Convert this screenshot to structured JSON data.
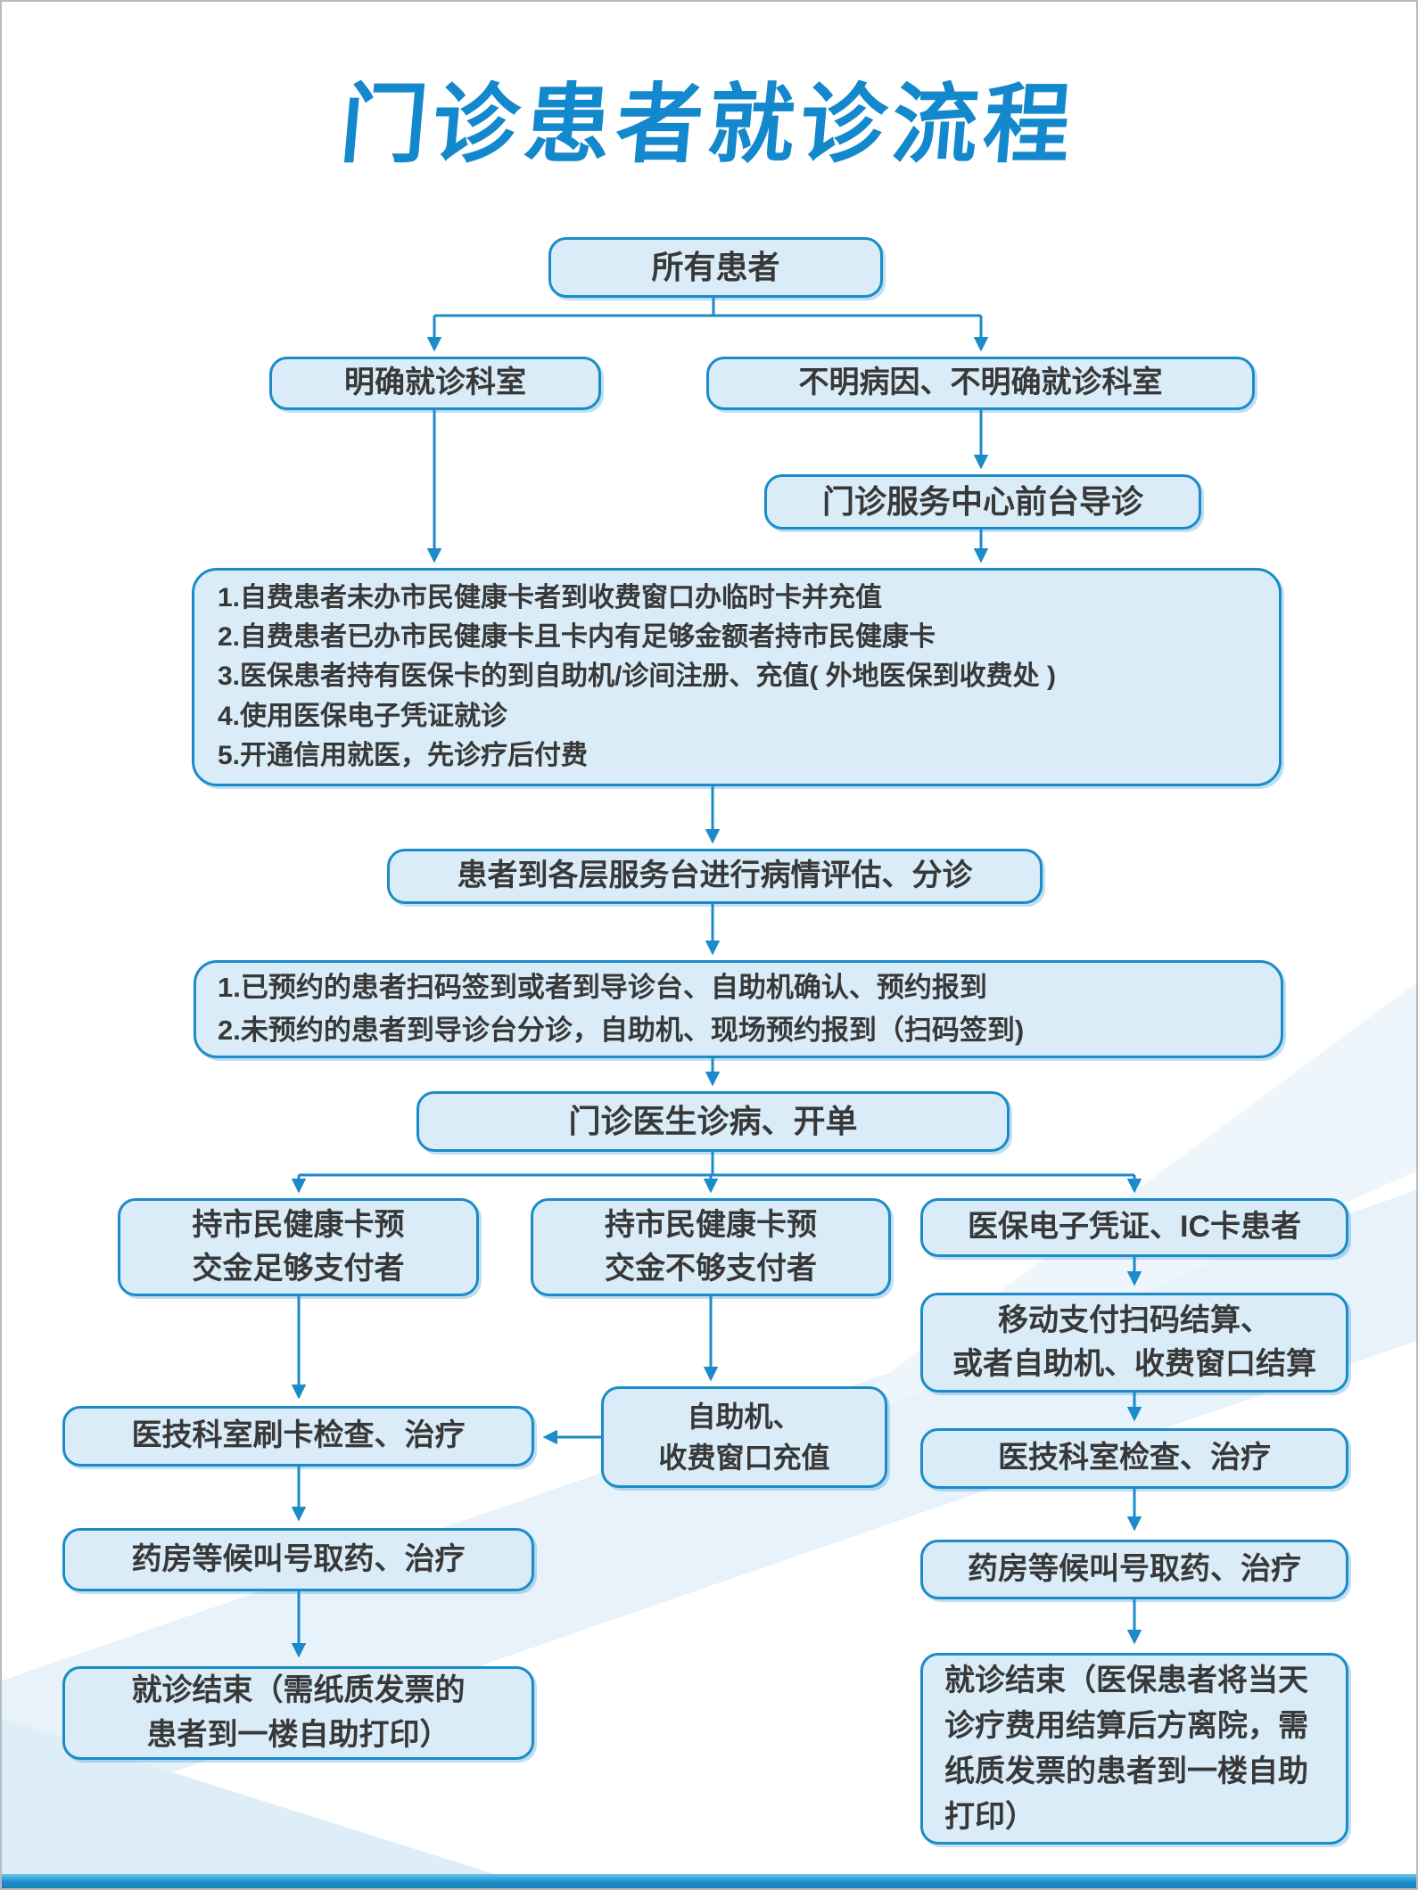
{
  "title": "门诊患者就诊流程",
  "colors": {
    "title_text": "#1488cc",
    "box_border": "#1b8bc9",
    "box_fill": "#d9ecf8",
    "box_text": "#383838",
    "arrow": "#1b8bc9",
    "footer_bar": "#1b8fcb",
    "background_band": "#e7f2fa"
  },
  "flow": {
    "all_patients": "所有患者",
    "known_department": "明确就诊科室",
    "unknown_department": "不明病因、不明确就诊科室",
    "service_desk": "门诊服务中心前台导诊",
    "card_instructions": [
      "1.自费患者未办市民健康卡者到收费窗口办临时卡并充值",
      "2.自费患者已办市民健康卡且卡内有足够金额者持市民健康卡",
      "3.医保患者持有医保卡的到自助机/诊间注册、充值( 外地医保到收费处 )",
      "4.使用医保电子凭证就诊",
      "5.开通信用就医，先诊疗后付费"
    ],
    "triage": "患者到各层服务台进行病情评估、分诊",
    "appointment_checkin": [
      "1.已预约的患者扫码签到或者到导诊台、自助机确认、预约报到",
      "2.未预约的患者到导诊台分诊，自助机、现场预约报到（扫码签到)"
    ],
    "doctor_visit": "门诊医生诊病、开单",
    "enough_balance": [
      "持市民健康卡预",
      "交金足够支付者"
    ],
    "insufficient_balance": [
      "持市民健康卡预",
      "交金不够支付者"
    ],
    "insurance_patients": "医保电子凭证、IC卡患者",
    "mobile_settlement": [
      "移动支付扫码结算、",
      "或者自助机、收费窗口结算"
    ],
    "recharge": [
      "自助机、",
      "收费窗口充值"
    ],
    "medtech_card_exam": "医技科室刷卡检查、治疗",
    "medtech_exam": "医技科室检查、治疗",
    "pharmacy_left": "药房等候叫号取药、治疗",
    "pharmacy_right": "药房等候叫号取药、治疗",
    "end_left": [
      "就诊结束（需纸质发票的",
      "患者到一楼自助打印）"
    ],
    "end_right": [
      "就诊结束（医保患者将当天",
      "诊疗费用结算后方离院，需",
      "纸质发票的患者到一楼自助",
      "打印）"
    ]
  }
}
